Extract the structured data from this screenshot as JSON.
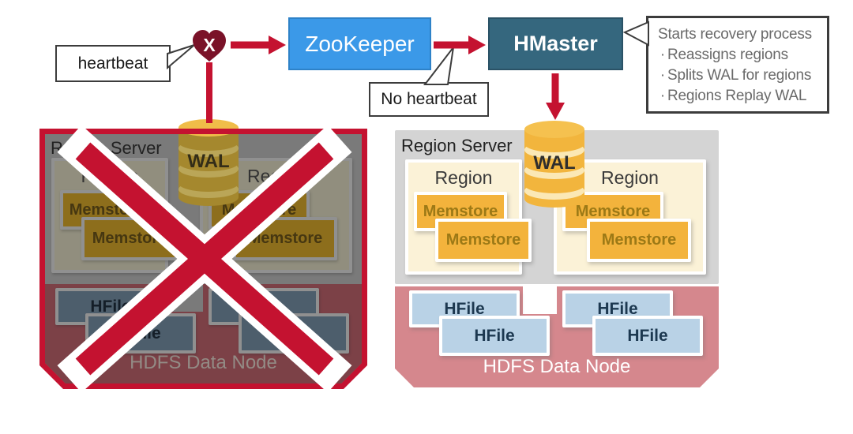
{
  "palette": {
    "accent_red": "#c41230",
    "heart_maroon": "#7a1228",
    "zookeeper_blue": "#3b99e8",
    "hmaster_teal": "#35677e",
    "wal_gold": "#f2b53d",
    "memstore_yellow": "#f3b33c",
    "region_cream": "#fbf2d7",
    "hfile_blue": "#b9d2e6",
    "hdfs_pink": "#d5878d",
    "server_gray": "#d4d4d4"
  },
  "icons": {
    "heart": "heart-x-icon",
    "wal": "database-cylinder-icon",
    "failure_cross": "x-mark-icon"
  },
  "heart": {
    "mark": "X"
  },
  "nodes": {
    "zookeeper": {
      "label": "ZooKeeper"
    },
    "hmaster": {
      "label": "HMaster"
    }
  },
  "callouts": {
    "heartbeat": {
      "label": "heartbeat"
    },
    "no_heartbeat": {
      "label": "No heartbeat"
    },
    "recovery": {
      "line1": "Starts recovery process",
      "bullet": "·",
      "items": [
        "Reassigns regions",
        "Splits WAL for regions",
        "Regions Replay WAL"
      ]
    }
  },
  "servers": {
    "failed": {
      "title": "Region Server",
      "wal_label": "WAL",
      "regions": [
        {
          "label": "Region",
          "memstores": [
            "Memstore",
            "Memstore"
          ]
        },
        {
          "label": "Region",
          "memstores": [
            "Memstore",
            "Memstore"
          ]
        }
      ],
      "hfile_groups": [
        [
          "HFile",
          "HFile"
        ],
        [
          "HFile",
          "HFile"
        ]
      ],
      "hdfs_label": "HDFS Data Node"
    },
    "recovered": {
      "title": "Region Server",
      "wal_label": "WAL",
      "regions": [
        {
          "label": "Region",
          "memstores": [
            "Memstore",
            "Memstore"
          ]
        },
        {
          "label": "Region",
          "memstores": [
            "Memstore",
            "Memstore"
          ]
        }
      ],
      "hfile_groups": [
        [
          "HFile",
          "HFile"
        ],
        [
          "HFile",
          "HFile"
        ]
      ],
      "hdfs_label": "HDFS Data Node"
    }
  }
}
